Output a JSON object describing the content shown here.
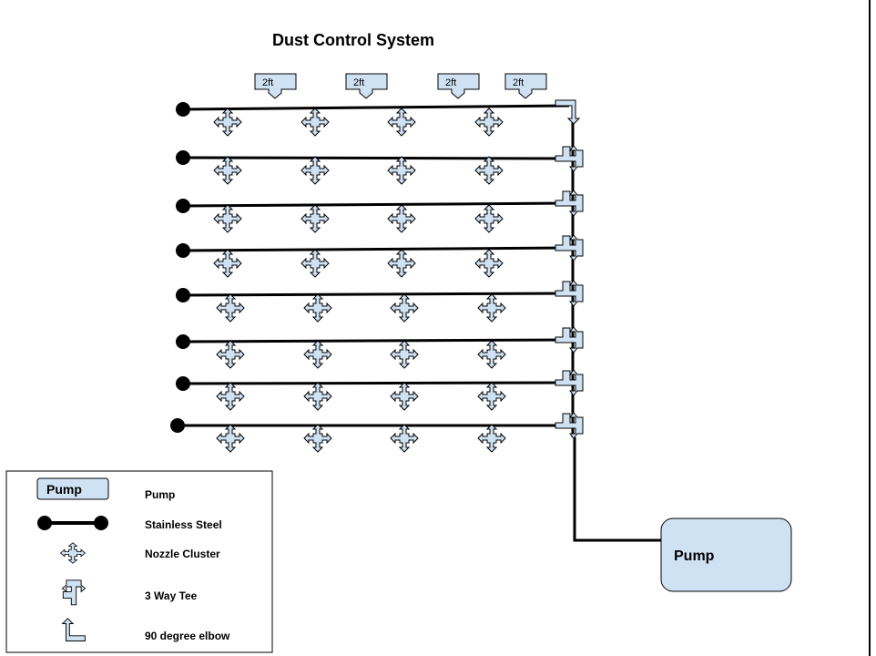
{
  "title": "Dust Control System",
  "dimension_labels": [
    "2ft",
    "2ft",
    "2ft",
    "2ft"
  ],
  "main_pump": {
    "label": "Pump"
  },
  "legend": {
    "items": [
      {
        "symbol": "pump-box",
        "symbol_text": "Pump",
        "label": "Pump"
      },
      {
        "symbol": "stainless-steel-pipe",
        "label": "Stainless Steel"
      },
      {
        "symbol": "nozzle-cluster",
        "label": "Nozzle Cluster"
      },
      {
        "symbol": "three-way-tee",
        "label": "3 Way Tee"
      },
      {
        "symbol": "ninety-degree-elbow",
        "label": "90 degree elbow"
      }
    ]
  },
  "layout_counts": {
    "pipe_rows": 8,
    "nozzles_per_row": 4
  },
  "colors": {
    "fill": "#cfe2f3",
    "line": "#000000"
  }
}
